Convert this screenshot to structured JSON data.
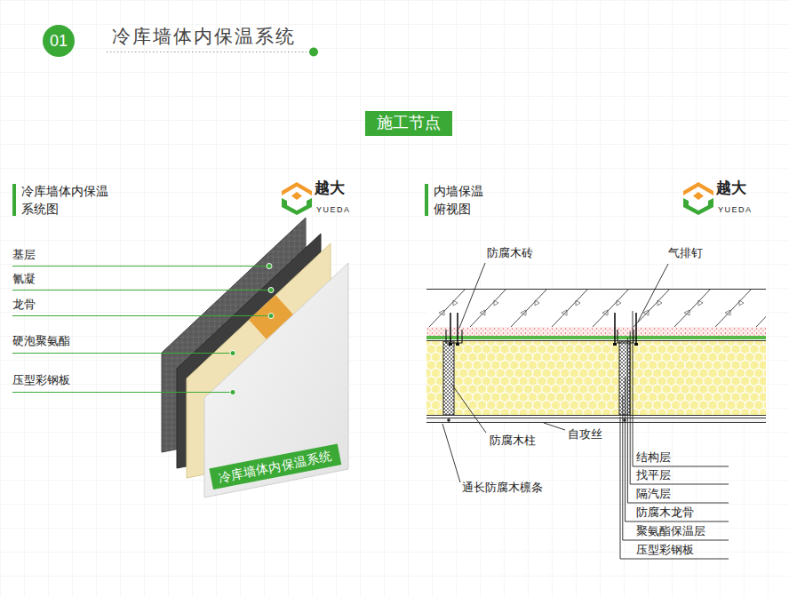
{
  "diagram": {
    "title": "冷库墙体内保温系统",
    "nodes": [
      {
        "text": [
          "01"
        ]
      },
      {
        "text": [
          "施工节点"
        ]
      },
      {
        "text": [
          "冷库墙体内保温系统"
        ]
      }
    ],
    "labels": [
      "冷库墙体内保温 系统图",
      "越大",
      "YUEDA",
      "基层",
      "氰凝",
      "龙骨",
      "硬泡聚氨酯",
      "压型彩钢板",
      "内墙保温 俯视图",
      "越大",
      "YUEDA",
      "防腐木砖",
      "气排钉",
      "防腐木柱",
      "自攻丝",
      "通长防腐木檩条",
      "结构层",
      "找平层",
      "隔汽层",
      "防腐木龙骨",
      "聚氨酯保温层",
      "压型彩钢板"
    ]
  }
}
